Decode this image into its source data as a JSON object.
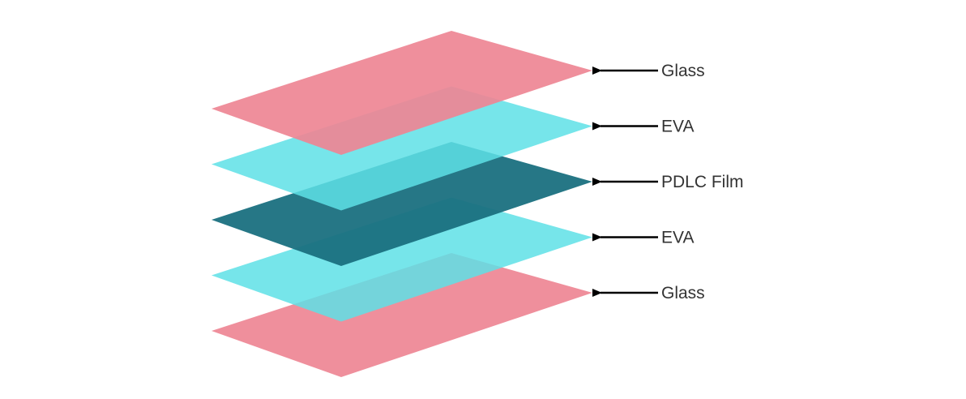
{
  "diagram": {
    "layers": [
      {
        "id": "glass-bottom",
        "label": "Glass",
        "color": "#ee8594",
        "opacity": 0.92
      },
      {
        "id": "eva-lower",
        "label": "EVA",
        "color": "#5ee0e6",
        "opacity": 0.85
      },
      {
        "id": "pdlc-film",
        "label": "PDLC Film",
        "color": "#1a707f",
        "opacity": 0.95
      },
      {
        "id": "eva-upper",
        "label": "EVA",
        "color": "#5ee0e6",
        "opacity": 0.85
      },
      {
        "id": "glass-top",
        "label": "Glass",
        "color": "#ee8594",
        "opacity": 0.92
      }
    ],
    "arrow_color": "#000000",
    "label_color": "#333333"
  }
}
